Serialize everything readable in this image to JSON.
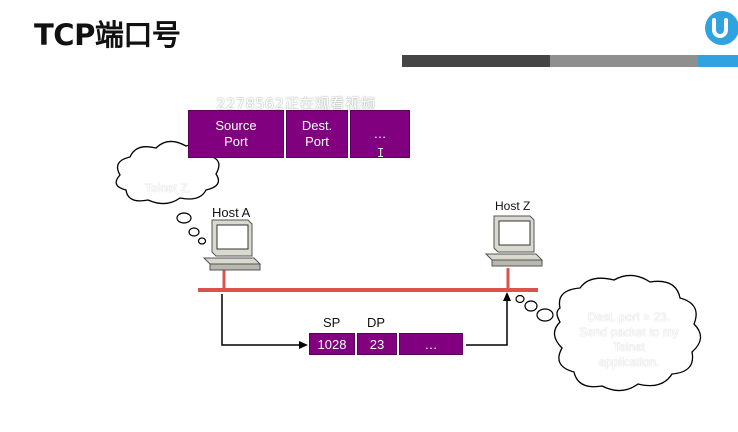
{
  "slide": {
    "title": "TCP端口号",
    "watermark": "2278562正在观看视频",
    "colors": {
      "accent_bar_dark": "#454545",
      "accent_bar_mid": "#8f8f8f",
      "accent_bar_blue": "#2ea3e0",
      "segment_purple": "#800080",
      "link_red": "#d9534f"
    }
  },
  "tcp_header": {
    "cells": [
      {
        "label": "Source\nPort"
      },
      {
        "label": "Dest.\nPort"
      },
      {
        "label": "…"
      }
    ]
  },
  "hosts": {
    "host_a": {
      "label": "Host A",
      "thought": "Telnet Z."
    },
    "host_z": {
      "label": "Host Z",
      "thought": "Dest. port = 23.\nSend packet to my\nTelnet\napplication."
    }
  },
  "packet": {
    "sp_label": "SP",
    "dp_label": "DP",
    "cells": [
      {
        "value": "1028"
      },
      {
        "value": "23"
      },
      {
        "value": "…"
      }
    ]
  },
  "icons": {
    "logo": "brand-logo-icon",
    "computer": "computer-icon",
    "cloud": "thought-cloud-icon"
  }
}
